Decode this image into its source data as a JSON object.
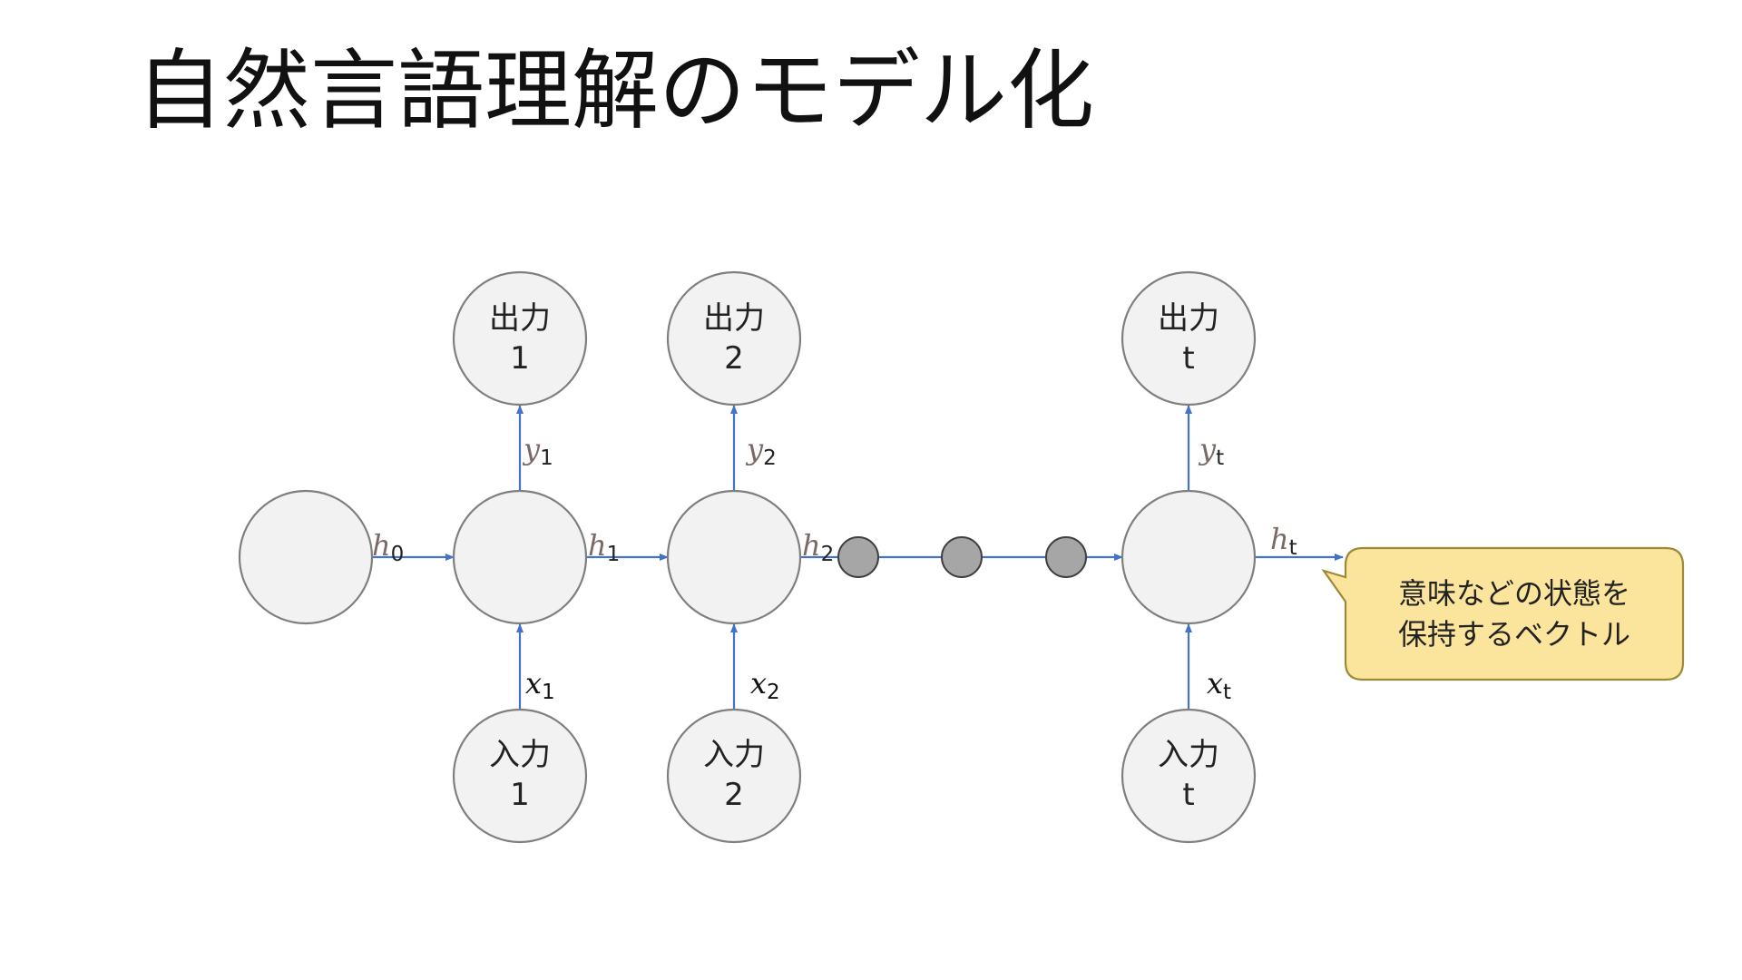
{
  "title": "自然言語理解のモデル化",
  "nodes": {
    "output_1": {
      "line1": "出力",
      "line2": "1"
    },
    "output_2": {
      "line1": "出力",
      "line2": "2"
    },
    "output_t": {
      "line1": "出力",
      "line2": "t"
    },
    "input_1": {
      "line1": "入力",
      "line2": "1"
    },
    "input_2": {
      "line1": "入力",
      "line2": "2"
    },
    "input_t": {
      "line1": "入力",
      "line2": "t"
    }
  },
  "labels": {
    "h0": {
      "var": "h",
      "sub": "0"
    },
    "h1": {
      "var": "h",
      "sub": "1"
    },
    "h2": {
      "var": "h",
      "sub": "2"
    },
    "ht": {
      "var": "h",
      "sub": "t"
    },
    "y1": {
      "var": "y",
      "sub": "1"
    },
    "y2": {
      "var": "y",
      "sub": "2"
    },
    "yt": {
      "var": "y",
      "sub": "t"
    },
    "x1": {
      "var": "x",
      "sub": "1"
    },
    "x2": {
      "var": "x",
      "sub": "2"
    },
    "xt": {
      "var": "x",
      "sub": "t"
    }
  },
  "callout": {
    "line1": "意味などの状態を",
    "line2": "保持するベクトル"
  },
  "colors": {
    "node_fill": "#f2f2f2",
    "node_stroke": "#7f7f7f",
    "dot_fill": "#a6a6a6",
    "arrow": "#4472c4",
    "h_label": "#7a6a66",
    "callout_fill": "#fbe49b",
    "callout_stroke": "#9c8a3a"
  }
}
